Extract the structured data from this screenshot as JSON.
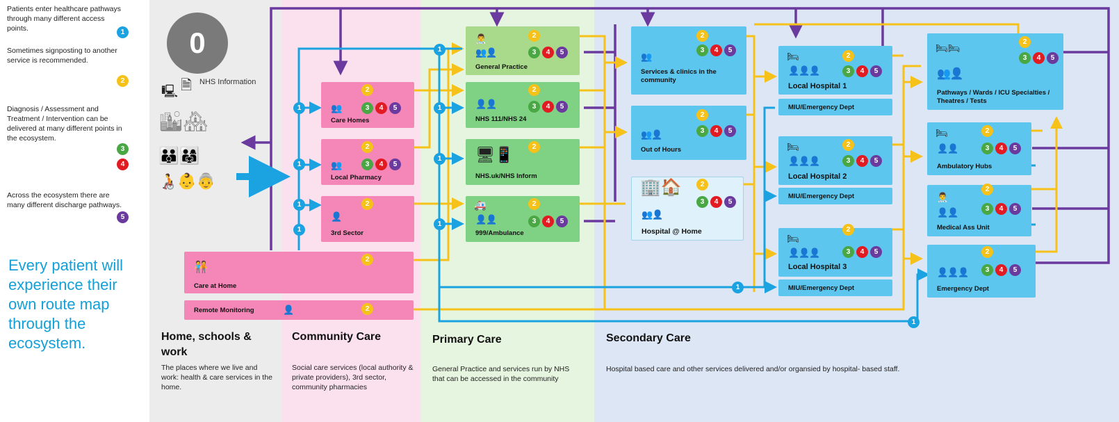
{
  "legend": {
    "access": "Patients enter healthcare pathways through many different access points.",
    "signpost": "Sometimes signposting to another service is recommended.",
    "diagnosis": "Diagnosis / Assessment and Treatment / Intervention can be delivered at many different points in the ecosystem.",
    "discharge": "Across the ecosystem there are many different discharge pathways."
  },
  "tagline": "Every patient will experience their own route map through the ecosystem.",
  "zero_badge": "0",
  "nhs_info": "NHS Information",
  "badges": {
    "one": "1",
    "two": "2",
    "three": "3",
    "four": "4",
    "five": "5"
  },
  "community_boxes": {
    "care_homes": "Care Homes",
    "local_pharmacy": "Local Pharmacy",
    "third_sector": "3rd Sector"
  },
  "home_boxes": {
    "care_at_home": "Care at Home",
    "remote_monitoring": "Remote Monitoring"
  },
  "primary_boxes": {
    "general_practice": "General Practice",
    "nhs111": "NHS 111/NHS 24",
    "nhs_uk": "NHS.uk/NHS Inform",
    "ambulance": "999/Ambulance"
  },
  "secondary_boxes": {
    "services_community": "Services & clinics in the community",
    "out_of_hours": "Out of Hours",
    "hospital_home": "Hospital @ Home",
    "local_hospital_1": "Local Hospital 1",
    "miu1": "MIU/Emergency Dept",
    "local_hospital_2": "Local Hospital 2",
    "miu2": "MIU/Emergency Dept",
    "local_hospital_3": "Local Hospital 3",
    "miu3": "MIU/Emergency Dept",
    "pathways": "Pathways / Wards / ICU Specialties / Theatres / Tests",
    "ambulatory": "Ambulatory Hubs",
    "medical_ass": "Medical Ass Unit",
    "emergency": "Emergency Dept"
  },
  "sections": {
    "home": {
      "title": "Home, schools & work",
      "desc": "The places where we live and work: health & care services in the home."
    },
    "community": {
      "title": "Community Care",
      "desc": "Social care services (local authority & private providers), 3rd sector, community pharmacies"
    },
    "primary": {
      "title": "Primary Care",
      "desc": "General Practice and services run by NHS that can be accessed in the community"
    },
    "secondary": {
      "title": "Secondary Care",
      "desc": "Hospital based care and other services delivered and/or organsied by hospital- based staff."
    }
  },
  "colors": {
    "access_blue": "#1aa3e0",
    "signpost_yellow": "#f6c21a",
    "diagnosis_green": "#4aa844",
    "treatment_red": "#e21b23",
    "discharge_purple": "#6a3a9e",
    "community_pink": "#f587b8",
    "primary_green": "#7fd184",
    "secondary_blue": "#5cc6ee"
  }
}
